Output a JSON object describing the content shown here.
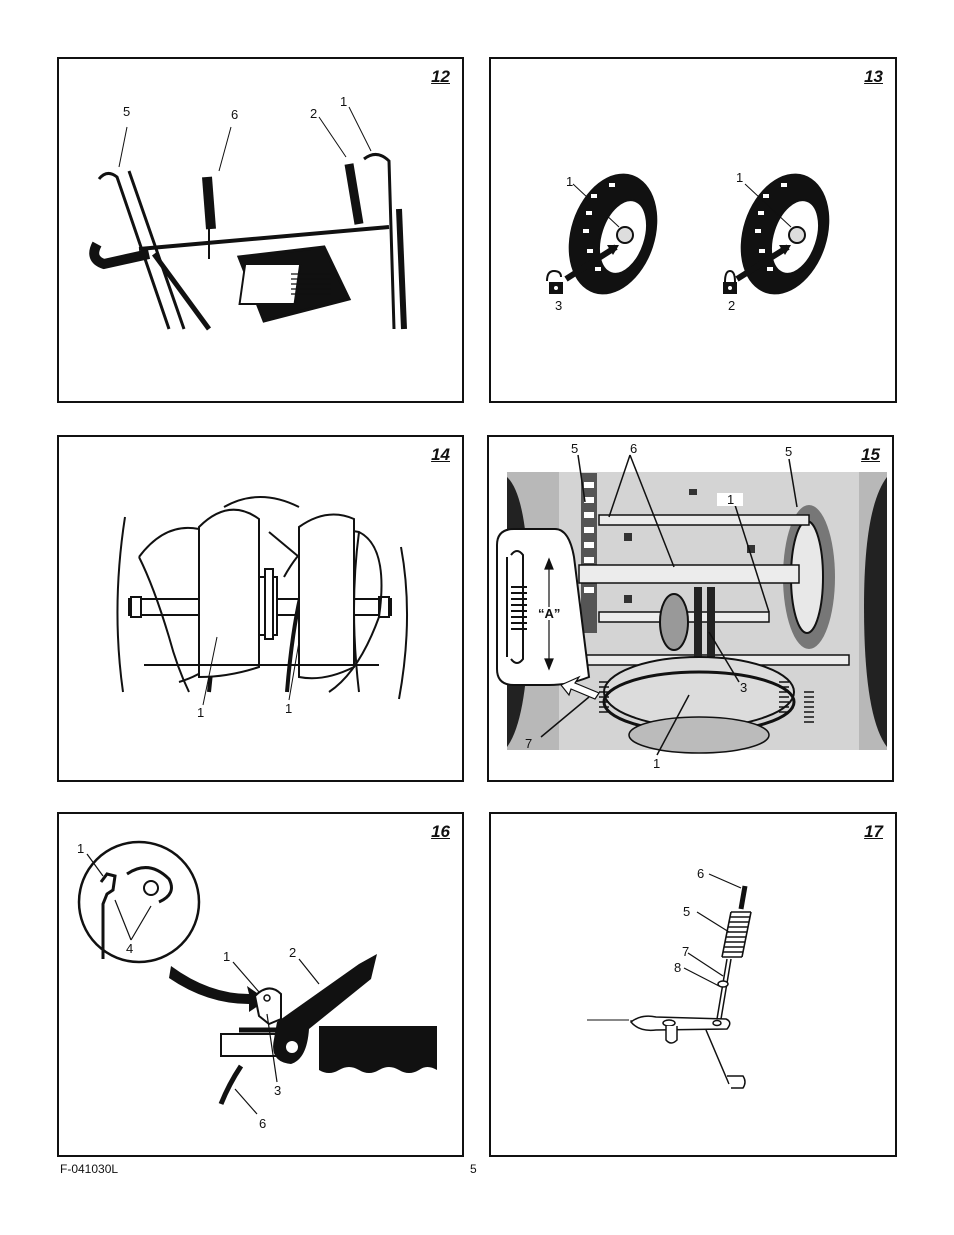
{
  "figures": {
    "f12": {
      "number": "12",
      "labels": {
        "l5": "5",
        "l6": "6",
        "l2": "2",
        "l1": "1"
      }
    },
    "f13": {
      "number": "13",
      "labels": {
        "l1a": "1",
        "l3": "3",
        "l1b": "1",
        "l2": "2"
      }
    },
    "f14": {
      "number": "14",
      "labels": {
        "l1a": "1",
        "l1b": "1"
      }
    },
    "f15": {
      "number": "15",
      "labels": {
        "l5a": "5",
        "l6": "6",
        "l5b": "5",
        "l1a": "1",
        "lA": "“A”",
        "l3": "3",
        "l7": "7",
        "l1b": "1"
      }
    },
    "f16": {
      "number": "16",
      "labels": {
        "l1a": "1",
        "l4": "4",
        "l1b": "1",
        "l2": "2",
        "l3": "3",
        "l6": "6"
      }
    },
    "f17": {
      "number": "17",
      "labels": {
        "l6": "6",
        "l5": "5",
        "l7": "7",
        "l8": "8"
      }
    }
  },
  "footer": {
    "code": "F-041030L",
    "page": "5"
  }
}
